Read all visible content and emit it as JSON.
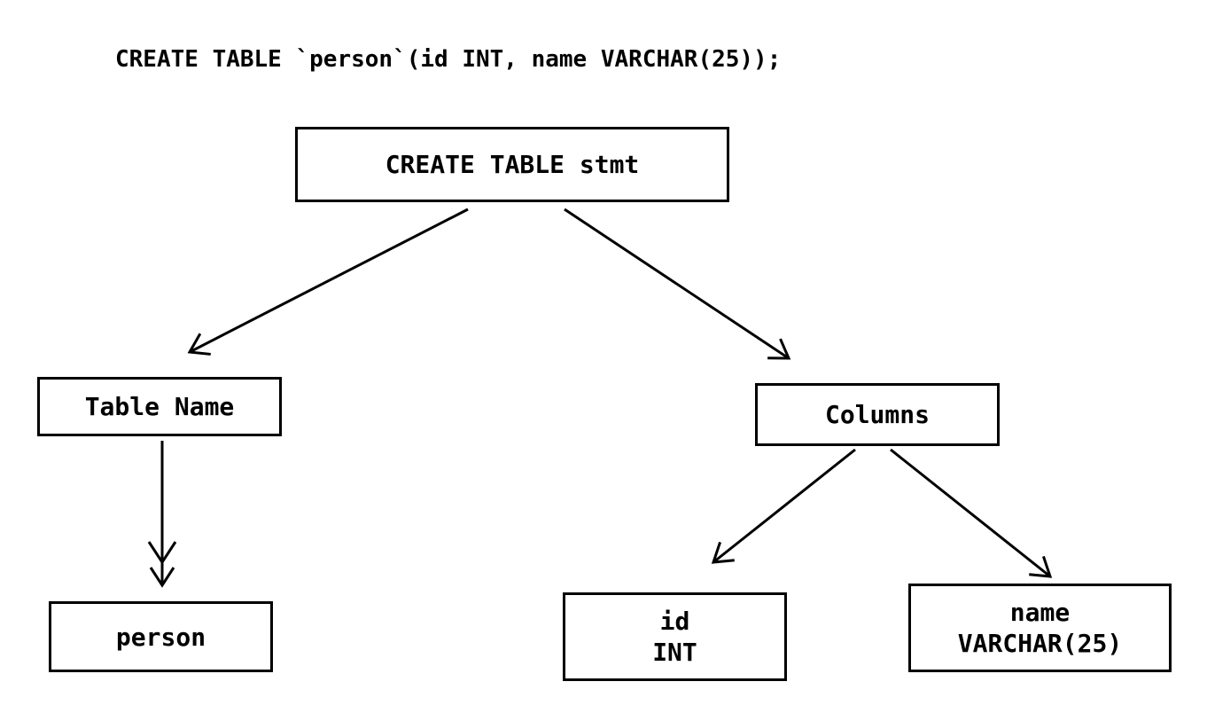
{
  "sql_statement": "CREATE TABLE `person`(id INT, name VARCHAR(25));",
  "tree": {
    "root": {
      "label": "CREATE TABLE stmt"
    },
    "table_name": {
      "label": "Table Name"
    },
    "columns": {
      "label": "Columns"
    },
    "person": {
      "label": "person"
    },
    "column_id": {
      "lines": [
        "id",
        "INT"
      ]
    },
    "column_name": {
      "lines": [
        "name",
        "VARCHAR(25)"
      ]
    }
  },
  "edges": [
    {
      "from": "root",
      "to": "table_name"
    },
    {
      "from": "root",
      "to": "columns"
    },
    {
      "from": "table_name",
      "to": "person"
    },
    {
      "from": "columns",
      "to": "column_id"
    },
    {
      "from": "columns",
      "to": "column_name"
    }
  ],
  "colors": {
    "background": "#ffffff",
    "stroke": "#000000"
  }
}
